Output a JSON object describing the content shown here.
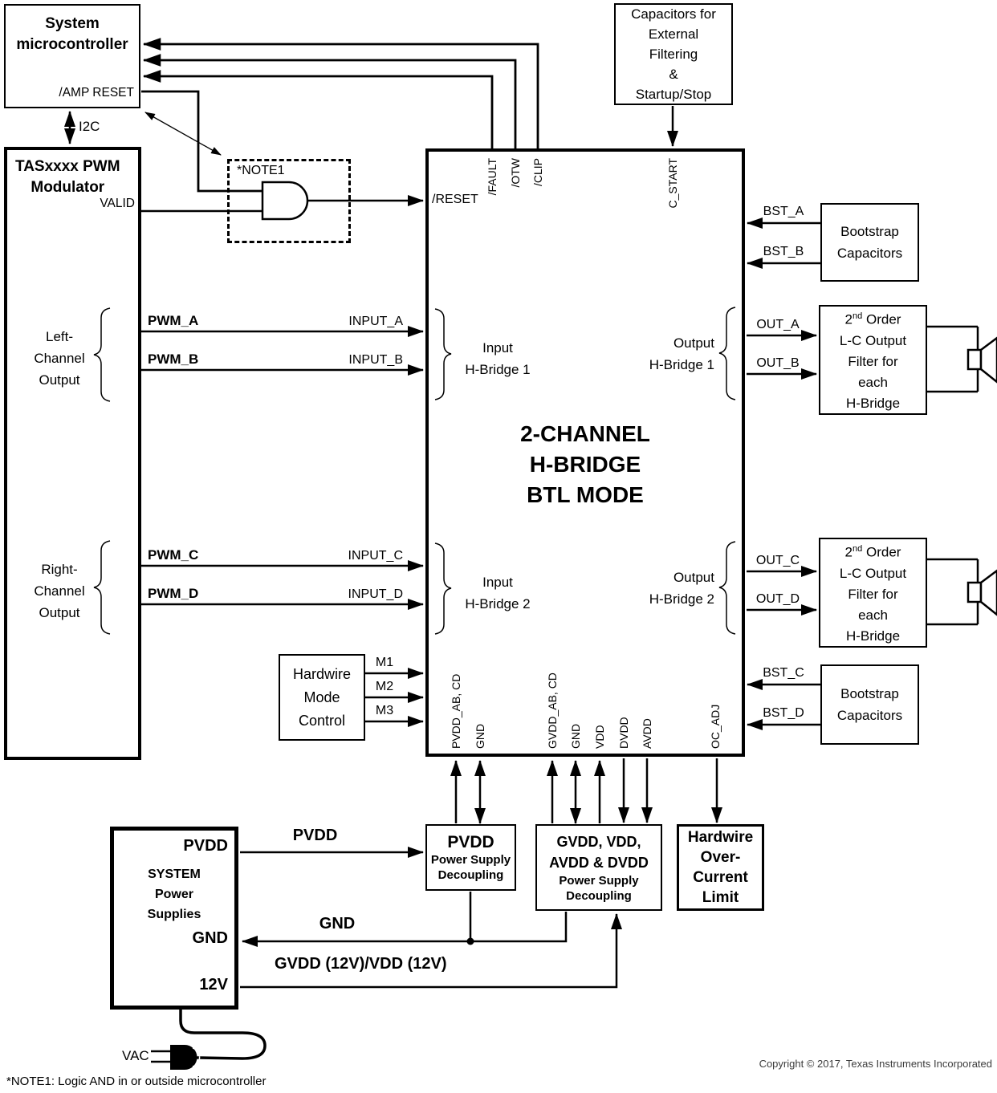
{
  "microcontroller": {
    "line1": "System",
    "line2": "microcontroller",
    "amp_reset": "/AMP RESET"
  },
  "bus": {
    "i2c": "I2C"
  },
  "modulator": {
    "line1": "TASxxxx PWM",
    "line2": "Modulator",
    "valid": "VALID"
  },
  "note_box": {
    "label": "*NOTE1"
  },
  "ext_caps": {
    "lines": [
      "Capacitors for",
      "External",
      "Filtering",
      "&",
      "Startup/Stop"
    ]
  },
  "main": {
    "reset": "/RESET",
    "top_pins": [
      "/FAULT",
      "/OTW",
      "/CLIP"
    ],
    "c_start": "C_START",
    "title": [
      "2-CHANNEL",
      "H-BRIDGE",
      "BTL MODE"
    ],
    "in1": [
      "Input",
      "H-Bridge 1"
    ],
    "out1": [
      "Output",
      "H-Bridge 1"
    ],
    "in2": [
      "Input",
      "H-Bridge 2"
    ],
    "out2": [
      "Output",
      "H-Bridge 2"
    ],
    "bottom_pins": [
      "PVDD_AB, CD",
      "GND",
      "GVDD_AB, CD",
      "GND",
      "VDD",
      "DVDD",
      "AVDD",
      "OC_ADJ"
    ]
  },
  "channels": {
    "left": [
      "Left-",
      "Channel",
      "Output"
    ],
    "right": [
      "Right-",
      "Channel",
      "Output"
    ]
  },
  "signals": {
    "pwm_a": "PWM_A",
    "pwm_b": "PWM_B",
    "pwm_c": "PWM_C",
    "pwm_d": "PWM_D",
    "input_a": "INPUT_A",
    "input_b": "INPUT_B",
    "input_c": "INPUT_C",
    "input_d": "INPUT_D",
    "m1": "M1",
    "m2": "M2",
    "m3": "M3",
    "bst_a": "BST_A",
    "bst_b": "BST_B",
    "bst_c": "BST_C",
    "bst_d": "BST_D",
    "out_a": "OUT_A",
    "out_b": "OUT_B",
    "out_c": "OUT_C",
    "out_d": "OUT_D",
    "pvdd": "PVDD",
    "gnd": "GND",
    "gvdd_vdd": "GVDD (12V)/VDD (12V)",
    "vac": "VAC"
  },
  "bootstrap": {
    "lines": [
      "Bootstrap",
      "Capacitors"
    ]
  },
  "filter": {
    "sup_base": "2",
    "sup": "nd",
    "order": "Order",
    "lines": [
      "L-C Output",
      "Filter for",
      "each",
      "H-Bridge"
    ]
  },
  "mode_ctrl": {
    "lines": [
      "Hardwire",
      "Mode",
      "Control"
    ]
  },
  "sys_supply": {
    "pvdd": "PVDD",
    "title": [
      "SYSTEM",
      "Power",
      "Supplies"
    ],
    "gnd": "GND",
    "v12": "12V"
  },
  "pvdd_dec": {
    "title": "PVDD",
    "lines": [
      "Power Supply",
      "Decoupling"
    ]
  },
  "gvdd_dec": {
    "lines": [
      "GVDD, VDD,",
      "AVDD & DVDD",
      "Power Supply",
      "Decoupling"
    ]
  },
  "oc_limit": {
    "lines": [
      "Hardwire",
      "Over-",
      "Current",
      "Limit"
    ]
  },
  "footer": {
    "note": "*NOTE1: Logic AND in or outside microcontroller",
    "copyright": "Copyright © 2017, Texas Instruments Incorporated"
  }
}
